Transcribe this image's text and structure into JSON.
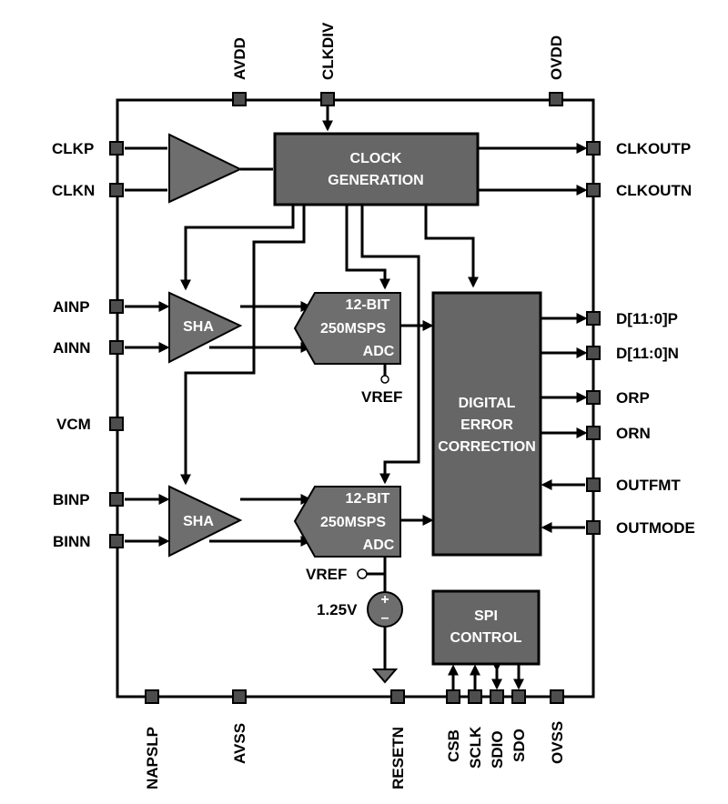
{
  "pins": {
    "top": [
      "AVDD",
      "CLKDIV",
      "OVDD"
    ],
    "left": [
      "CLKP",
      "CLKN",
      "AINP",
      "AINN",
      "VCM",
      "BINP",
      "BINN"
    ],
    "right": [
      "CLKOUTP",
      "CLKOUTN",
      "D[11:0]P",
      "D[11:0]N",
      "ORP",
      "ORN",
      "OUTFMT",
      "OUTMODE"
    ],
    "bottom": [
      "NAPSLP",
      "AVSS",
      "RESETN",
      "CSB",
      "SCLK",
      "SDIO",
      "SDO",
      "OVSS"
    ]
  },
  "blocks": {
    "clock_generation": [
      "CLOCK",
      "GENERATION"
    ],
    "sha": "SHA",
    "adc": [
      "12-BIT",
      "250MSPS",
      "ADC"
    ],
    "digital": [
      "DIGITAL",
      "ERROR",
      "CORRECTION"
    ],
    "spi": [
      "SPI",
      "CONTROL"
    ]
  },
  "labels": {
    "vref": "VREF",
    "source_voltage": "1.25V",
    "plus": "+",
    "minus": "–"
  }
}
